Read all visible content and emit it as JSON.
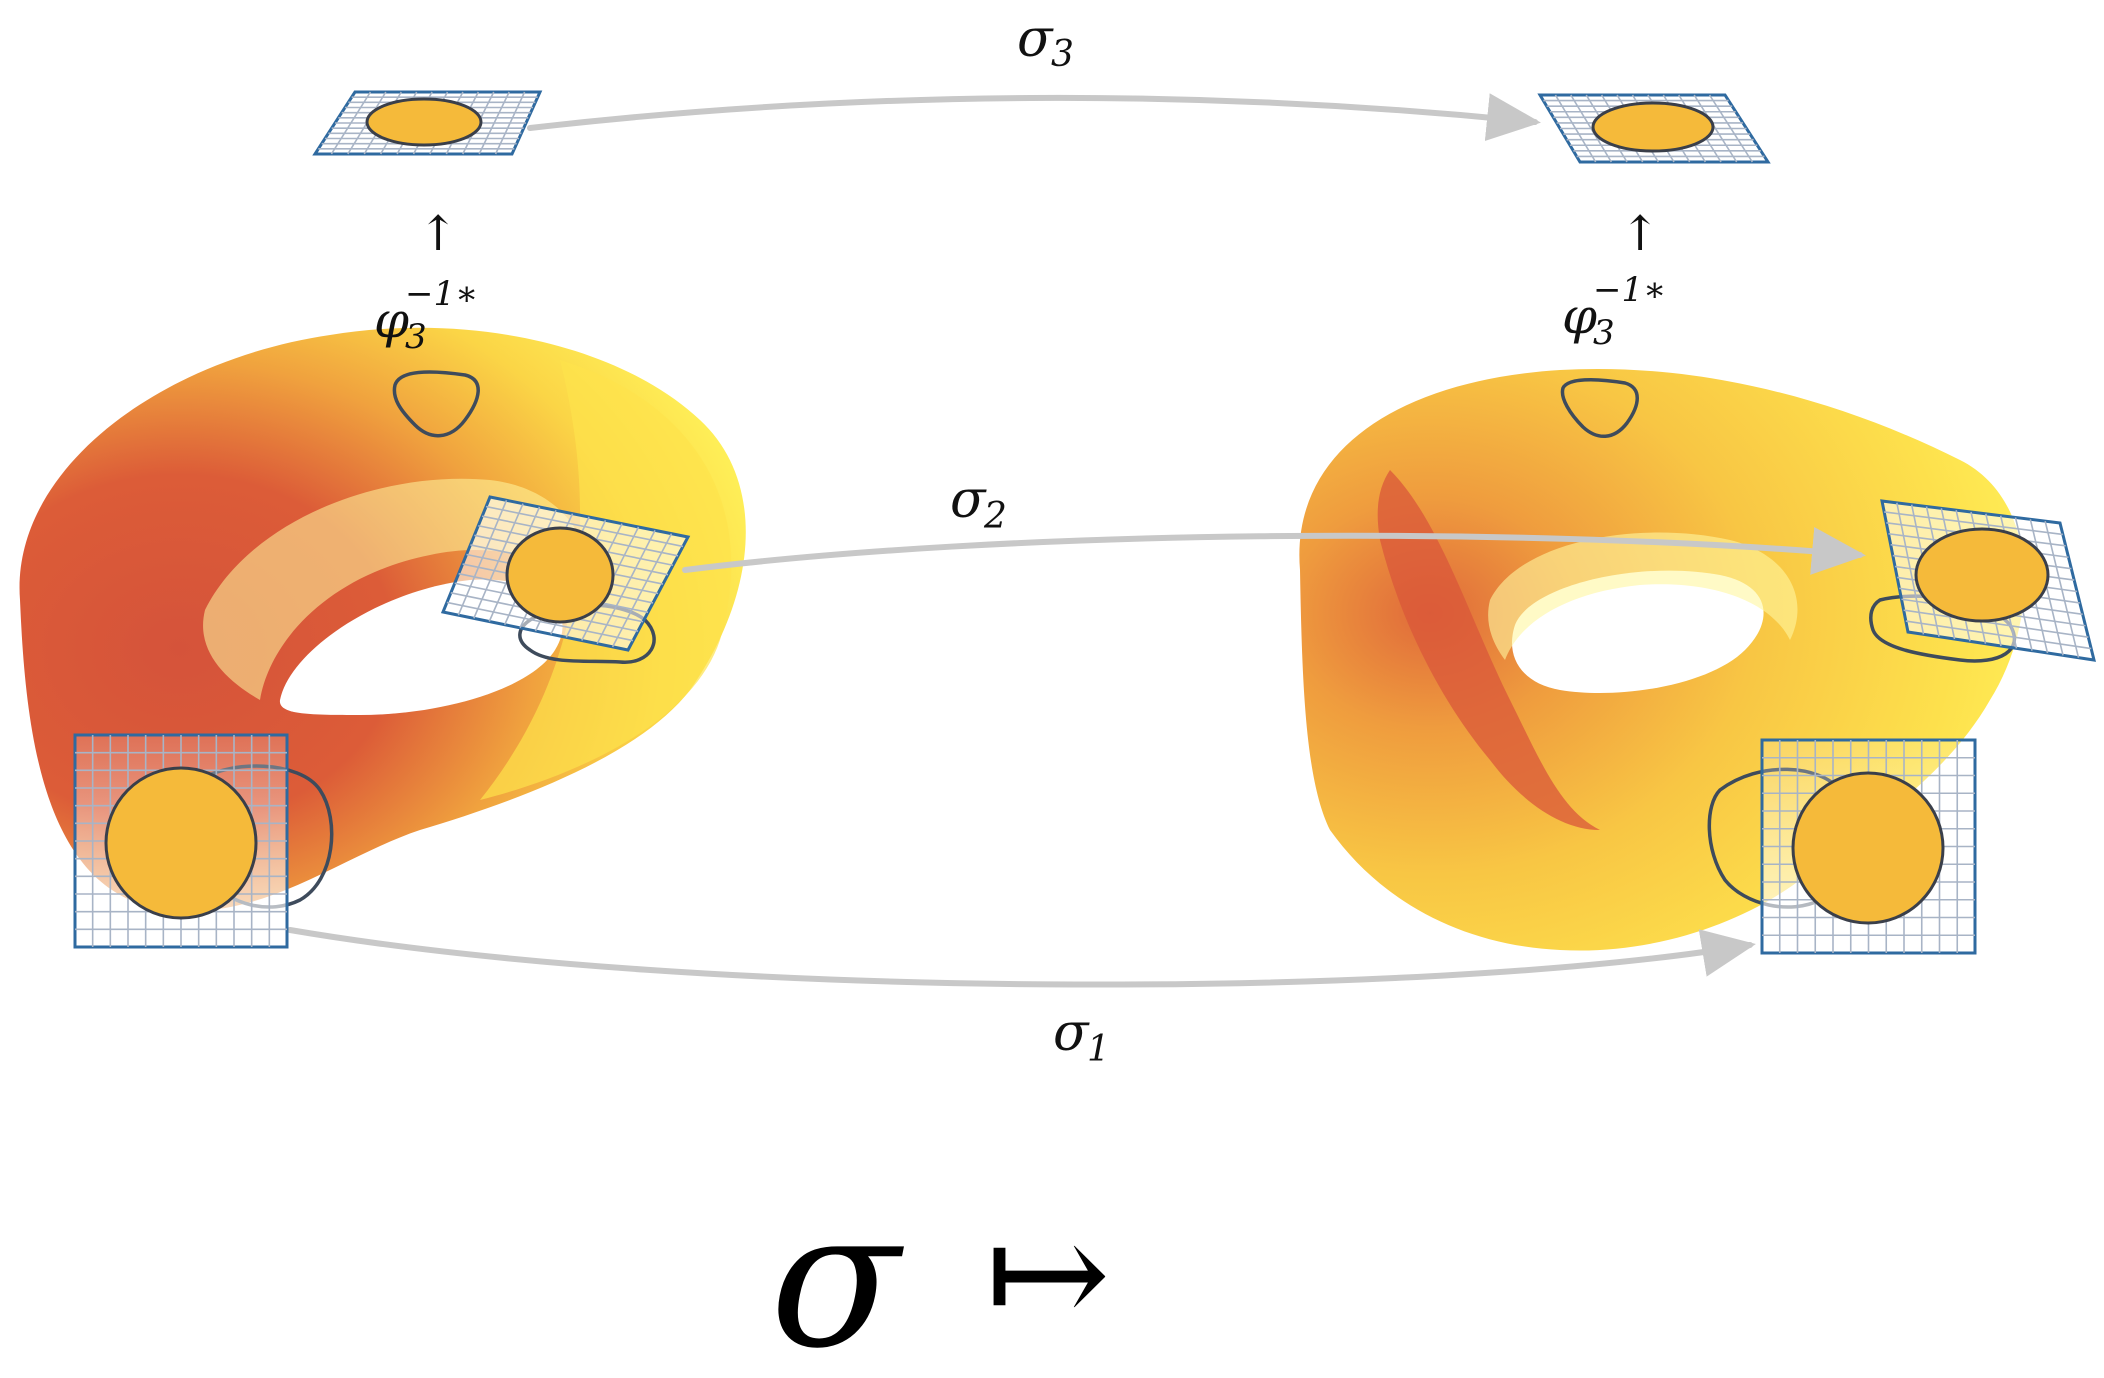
{
  "labels": {
    "sigma1": "σ",
    "sigma1_sub": "1",
    "sigma2": "σ",
    "sigma2_sub": "2",
    "sigma3": "σ",
    "sigma3_sub": "3",
    "phi_left": "φ",
    "phi_left_sub": "3",
    "phi_left_sup": "−1∗",
    "phi_right": "φ",
    "phi_right_sub": "3",
    "phi_right_sup": "−1∗",
    "up_arrow_left": "↑",
    "up_arrow_right": "↑",
    "bottom_sigma": "σ",
    "bottom_mapsto": "↦"
  },
  "colors": {
    "torus_hot": "#d9573a",
    "torus_warm": "#f5b63f",
    "torus_light": "#fff45a",
    "patch_fill": "#f5ba3a",
    "grid_frame": "#2f6aa0",
    "arrow": "#c8c8c8",
    "outline": "#3e4b5c"
  }
}
